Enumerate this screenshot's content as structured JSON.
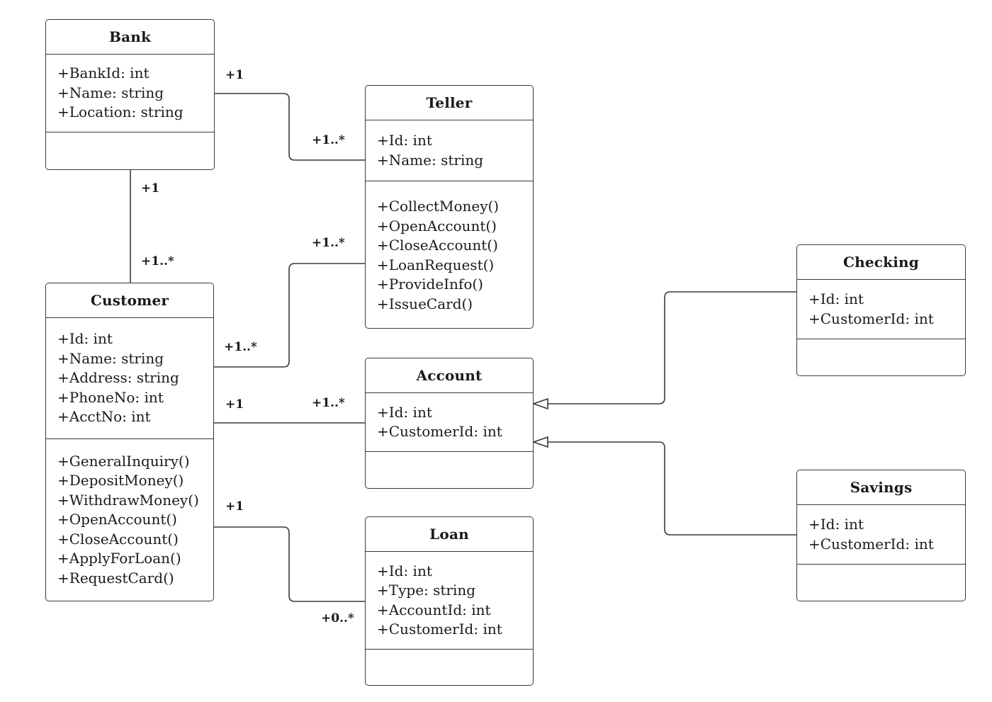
{
  "classes": {
    "bank": {
      "name": "Bank",
      "attributes": [
        "+BankId: int",
        "+Name: string",
        "+Location: string"
      ],
      "operations": []
    },
    "teller": {
      "name": "Teller",
      "attributes": [
        "+Id: int",
        "+Name: string"
      ],
      "operations": [
        "+CollectMoney()",
        "+OpenAccount()",
        "+CloseAccount()",
        "+LoanRequest()",
        "+ProvideInfo()",
        "+IssueCard()"
      ]
    },
    "customer": {
      "name": "Customer",
      "attributes": [
        "+Id: int",
        "+Name: string",
        "+Address: string",
        "+PhoneNo: int",
        "+AcctNo: int"
      ],
      "operations": [
        "+GeneralInquiry()",
        "+DepositMoney()",
        "+WithdrawMoney()",
        "+OpenAccount()",
        "+CloseAccount()",
        "+ApplyForLoan()",
        "+RequestCard()"
      ]
    },
    "account": {
      "name": "Account",
      "attributes": [
        "+Id: int",
        "+CustomerId: int"
      ],
      "operations": []
    },
    "loan": {
      "name": "Loan",
      "attributes": [
        "+Id: int",
        "+Type: string",
        "+AccountId: int",
        "+CustomerId: int"
      ],
      "operations": []
    },
    "checking": {
      "name": "Checking",
      "attributes": [
        "+Id: int",
        "+CustomerId: int"
      ],
      "operations": []
    },
    "savings": {
      "name": "Savings",
      "attributes": [
        "+Id: int",
        "+CustomerId: int"
      ],
      "operations": []
    }
  },
  "associations": [
    {
      "from": "Bank",
      "to": "Teller",
      "from_mult": "+1",
      "to_mult": "+1..*"
    },
    {
      "from": "Bank",
      "to": "Customer",
      "from_mult": "+1",
      "to_mult": "+1..*"
    },
    {
      "from": "Customer",
      "to": "Teller",
      "from_mult": "+1..*",
      "to_mult": "+1..*"
    },
    {
      "from": "Customer",
      "to": "Account",
      "from_mult": "+1",
      "to_mult": "+1..*"
    },
    {
      "from": "Customer",
      "to": "Loan",
      "from_mult": "+1",
      "to_mult": "+0..*"
    }
  ],
  "generalizations": [
    {
      "child": "Checking",
      "parent": "Account"
    },
    {
      "child": "Savings",
      "parent": "Account"
    }
  ]
}
